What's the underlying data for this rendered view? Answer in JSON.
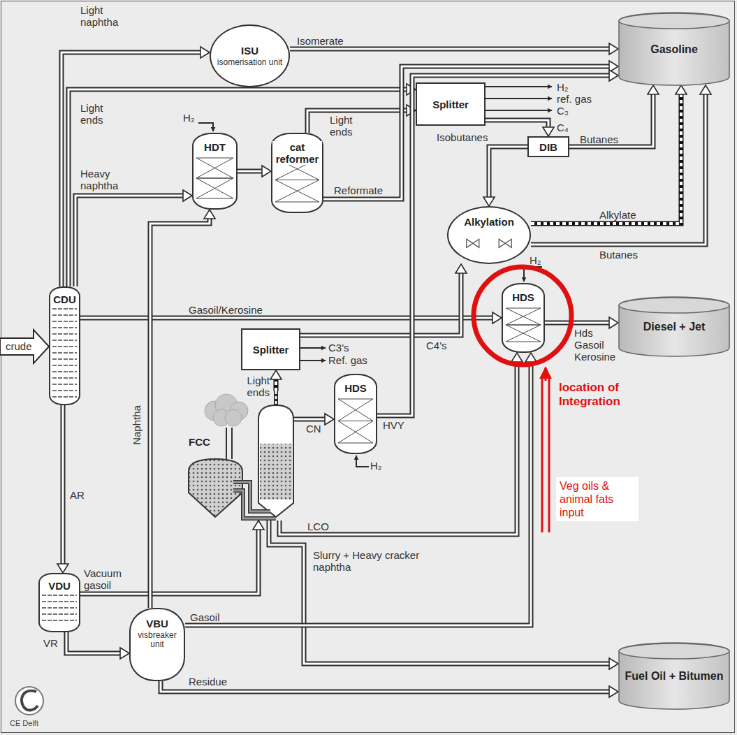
{
  "diagram": {
    "nodes": [
      {
        "text": [
          "ISU",
          "isomerisation unit"
        ]
      },
      {
        "text": [
          "Gasoline"
        ]
      },
      {
        "text": [
          "Splitter"
        ]
      },
      {
        "text": [
          "HDT"
        ]
      },
      {
        "text": [
          "cat reformer"
        ]
      },
      {
        "text": [
          "DIB"
        ]
      },
      {
        "text": [
          "Alkylation"
        ]
      },
      {
        "text": [
          "CDU"
        ]
      },
      {
        "text": [
          "HDS"
        ]
      },
      {
        "text": [
          "Diesel + Jet"
        ]
      },
      {
        "text": [
          "Splitter"
        ]
      },
      {
        "text": [
          "HDS"
        ]
      },
      {
        "text": [
          "FCC"
        ]
      },
      {
        "text": [
          "VDU"
        ]
      },
      {
        "text": [
          "VBU",
          "visbreaker unit"
        ]
      },
      {
        "text": [
          "Fuel Oil + Bitumen"
        ]
      }
    ],
    "edges": [
      {
        "from": 7,
        "to": 0,
        "label": "Light naphtha",
        "arrow": "to"
      },
      {
        "from": 0,
        "to": 1,
        "label": "Isomerate",
        "arrow": "to"
      },
      {
        "from": 7,
        "to": 2,
        "label": "Light ends",
        "arrow": "to"
      },
      {
        "from": 7,
        "to": 3,
        "label": "Heavy naphtha",
        "arrow": "to"
      },
      {
        "from": 3,
        "to": 4,
        "arrow": "to"
      },
      {
        "from": 4,
        "to": 2,
        "label": "Light ends",
        "arrow": "to"
      },
      {
        "from": 4,
        "to": 1,
        "label": "Reformate",
        "arrow": "to"
      },
      {
        "from": 2,
        "to": 5,
        "label": "C₄",
        "arrow": "to"
      },
      {
        "from": 5,
        "to": 6,
        "label": "Isobutanes",
        "arrow": "to"
      },
      {
        "from": 5,
        "to": 1,
        "label": "Butanes",
        "arrow": "to"
      },
      {
        "from": 6,
        "to": 1,
        "label": "Alkylate",
        "arrow": "to"
      },
      {
        "from": 6,
        "to": 1,
        "label": "Butanes",
        "arrow": "to"
      },
      {
        "from": 7,
        "to": 8,
        "label": "Gasoil/Kerosine",
        "arrow": "to"
      },
      {
        "from": 8,
        "to": 9,
        "arrow": "to"
      },
      {
        "from": 10,
        "to": 6,
        "label": "C4's",
        "arrow": "to"
      },
      {
        "from": 12,
        "to": 10,
        "label": "Light ends",
        "arrow": "to"
      },
      {
        "from": 12,
        "to": 11,
        "label": "CN",
        "arrow": "to"
      },
      {
        "from": 11,
        "to": 1,
        "label": "HVY",
        "arrow": "to"
      },
      {
        "from": 12,
        "to": 8,
        "label": "LCO",
        "arrow": "to"
      },
      {
        "from": 12,
        "to": 15,
        "label": "Slurry + Heavy cracker naphtha",
        "arrow": "to"
      },
      {
        "from": 7,
        "to": 13,
        "label": "AR",
        "arrow": "to"
      },
      {
        "from": 13,
        "to": 12,
        "label": "Vacuum gasoil",
        "arrow": "to"
      },
      {
        "from": 13,
        "to": 14,
        "label": "VR",
        "arrow": "to"
      },
      {
        "from": 14,
        "to": 3,
        "label": "Naphtha",
        "arrow": "to"
      },
      {
        "from": 14,
        "to": 8,
        "label": "Gasoil",
        "arrow": "to"
      },
      {
        "from": 14,
        "to": 15,
        "label": "Residue",
        "arrow": "to"
      }
    ],
    "labels": [
      "H₂",
      "H₂",
      "ref. gas",
      "C₃",
      "H₂",
      "C3's",
      "Ref. gas",
      "H₂",
      "crude",
      "Hds Gasoil Kerosine",
      "location of Integration",
      "Veg oils & animal fats input",
      "CE Delft"
    ]
  }
}
